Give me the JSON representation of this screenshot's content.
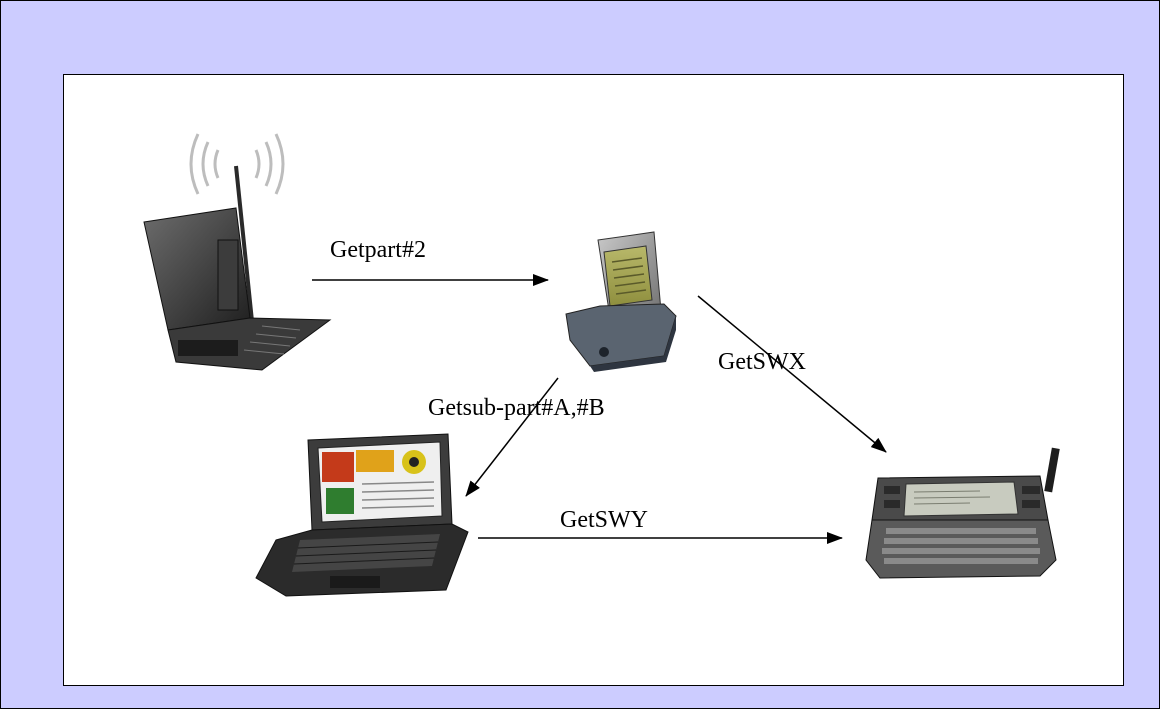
{
  "labels": {
    "edge_laptop_to_pda": "Getpart#2",
    "edge_pda_to_communicator": "GetSWX",
    "edge_pda_to_notebook": "Getsub-part#A,#B",
    "edge_notebook_to_communicator": "GetSWY"
  },
  "nodes": [
    {
      "icon": "wireless-laptop-icon"
    },
    {
      "icon": "pda-icon"
    },
    {
      "icon": "notebook-computer-icon"
    },
    {
      "icon": "communicator-phone-icon"
    }
  ],
  "colors": {
    "background": "#ccccff",
    "panel": "#ffffff",
    "arrow": "#000000"
  }
}
